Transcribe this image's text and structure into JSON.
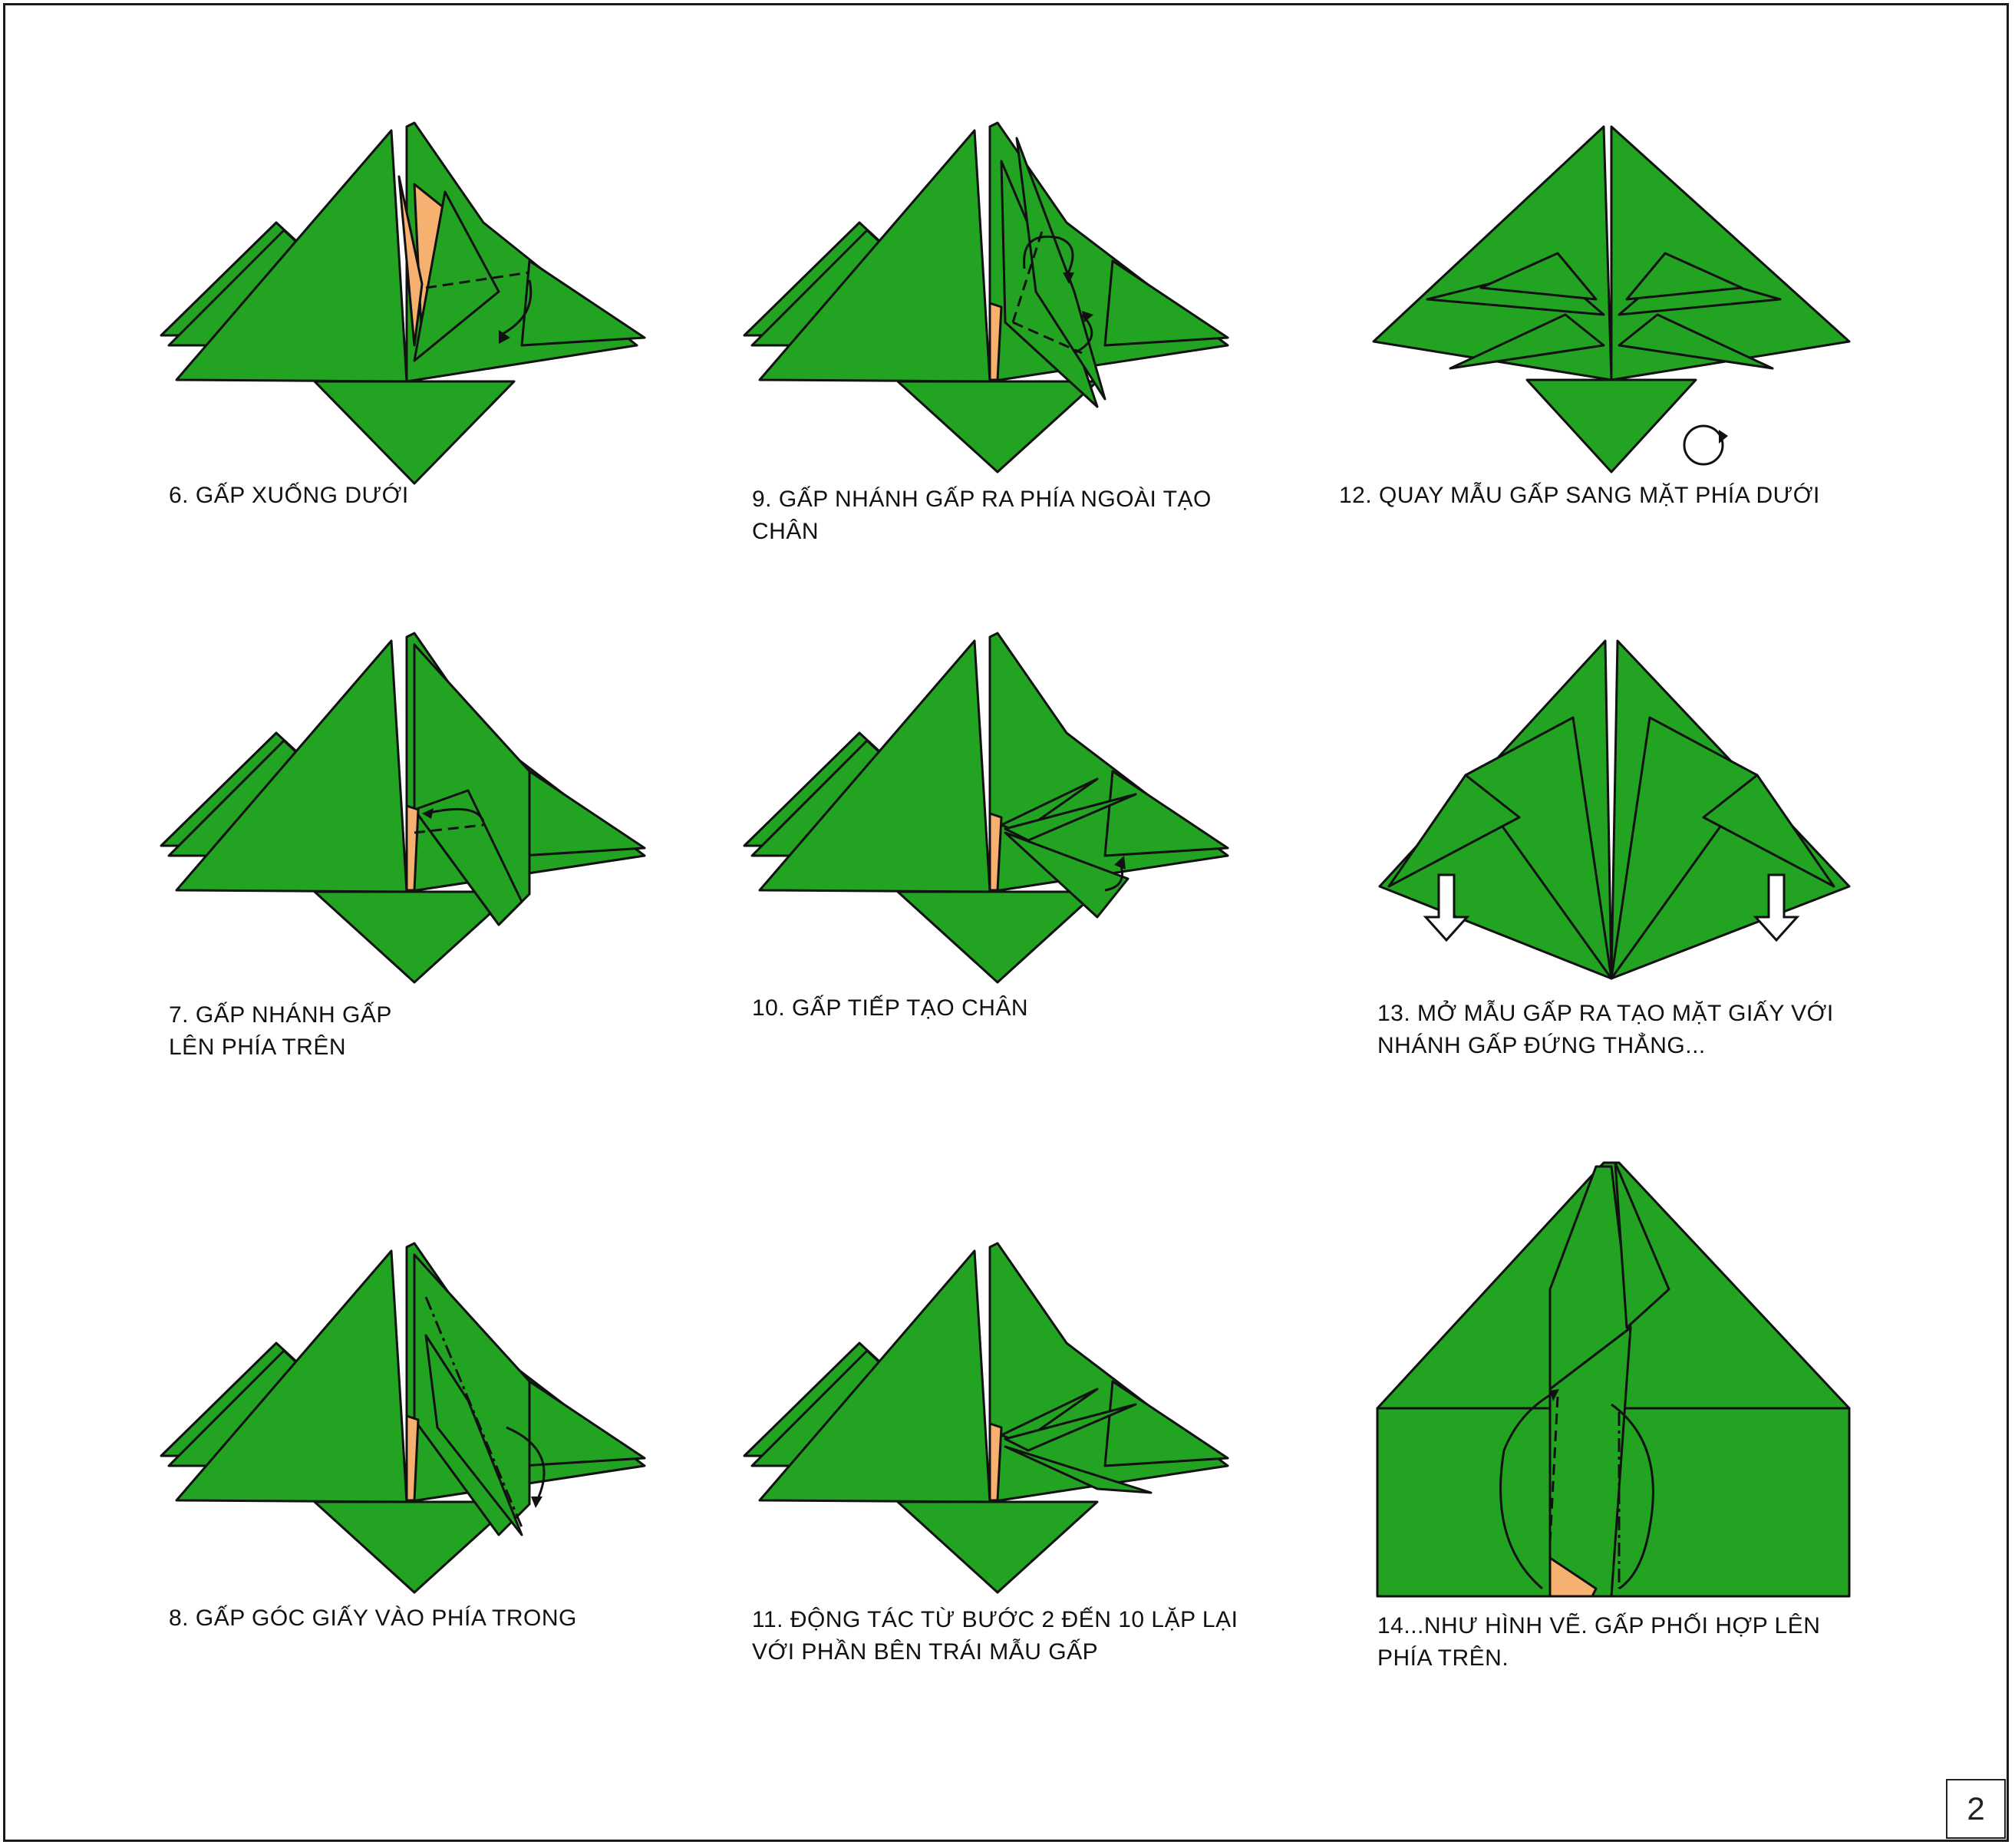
{
  "colors": {
    "paper_green": "#22a322",
    "paper_green_light": "#3cbb3c",
    "paper_back": "#f6b070",
    "outline": "#111111"
  },
  "steps": [
    {
      "id": "6",
      "lines": [
        "6. GẤP XUỐNG DƯỚI"
      ]
    },
    {
      "id": "7",
      "lines": [
        "7. GẤP NHÁNH GẤP",
        "LÊN PHÍA TRÊN"
      ]
    },
    {
      "id": "8",
      "lines": [
        "8. GẤP GÓC GIẤY VÀO PHÍA TRONG"
      ]
    },
    {
      "id": "9",
      "lines": [
        "9. GẤP NHÁNH GẤP RA PHÍA NGOÀI TẠO",
        "CHÂN"
      ]
    },
    {
      "id": "10",
      "lines": [
        "10. GẤP TIẾP TẠO CHÂN"
      ]
    },
    {
      "id": "11",
      "lines": [
        "11. ĐỘNG TÁC TỪ BƯỚC 2 ĐẾN 10 LẶP LẠI",
        "VỚI PHẦN BÊN TRÁI MẪU GẤP"
      ]
    },
    {
      "id": "12",
      "lines": [
        "12. QUAY MẪU GẤP SANG MẶT PHÍA DƯỚI"
      ]
    },
    {
      "id": "13",
      "lines": [
        "13. MỞ MẪU GẤP RA TẠO MẶT GIẤY VỚI",
        "NHÁNH GẤP ĐỨNG THẲNG..."
      ]
    },
    {
      "id": "14",
      "lines": [
        "14...NHƯ HÌNH VẼ. GẤP PHỐI HỢP LÊN",
        "PHÍA TRÊN."
      ]
    }
  ],
  "page_number": "2"
}
